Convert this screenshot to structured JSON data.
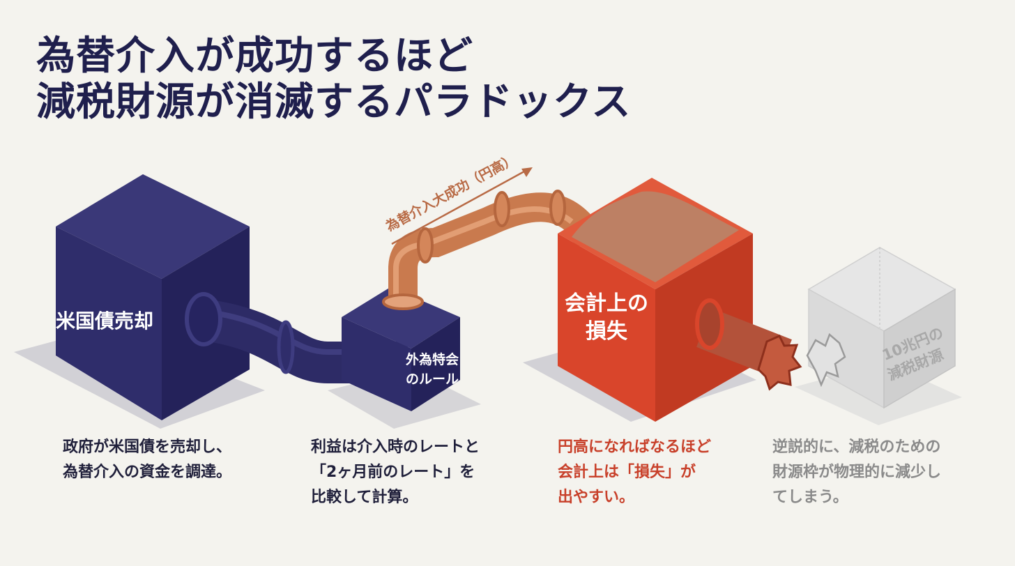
{
  "title": {
    "line1": "為替介入が成功するほど",
    "line2": "減税財源が消滅するパラドックス"
  },
  "diagram": {
    "box1_label": "米国債売却",
    "box2_label_line1": "外為特会",
    "box2_label_line2": "のルール",
    "box3_label_line1": "会計上の",
    "box3_label_line2": "損失",
    "box4_label_line1": "10兆円の",
    "box4_label_line2": "減税財源",
    "arrow_label": "為替介入大成功（円高）"
  },
  "captions": {
    "c1": "政府が米国債を売却し、\n為替介入の資金を調達。",
    "c2": "利益は介入時のレートと\n「2ヶ月前のレート」を\n比較して計算。",
    "c3": "円高になればなるほど\n会計上は「損失」が\n出やすい。",
    "c4": "逆説的に、減税のための\n財源枠が物理的に減少し\nてしまう。"
  },
  "colors": {
    "navy": "#2f2d6b",
    "copper": "#d4865a",
    "red": "#d9452b",
    "gray": "#d8d8d8",
    "title": "#1f1f4d"
  }
}
